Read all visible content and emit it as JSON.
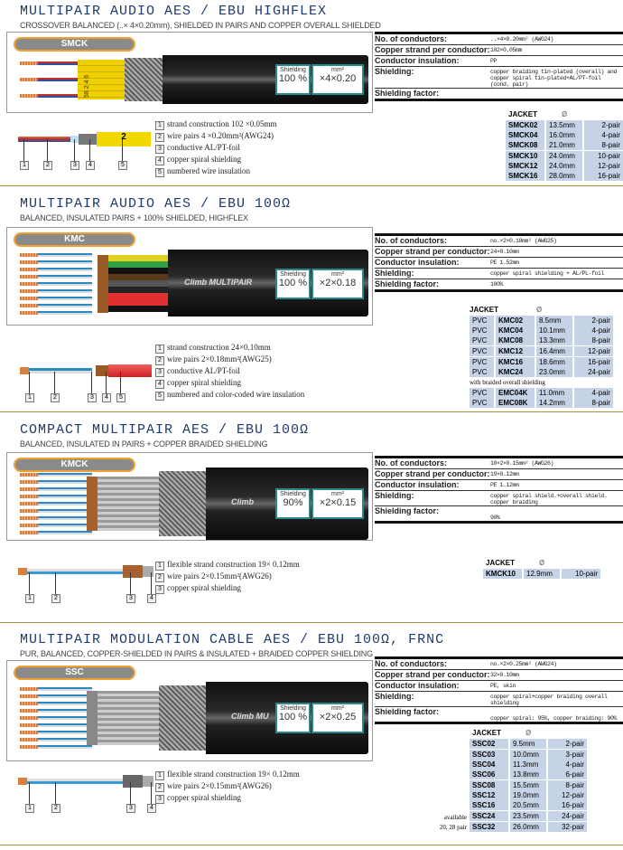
{
  "sections": [
    {
      "title": "MULTIPAIR AUDIO AES / EBU HIGHFLEX",
      "subtitle": "CROSSOVER BALANCED (..× 4×0.20mm), SHIELDED IN PAIRS AND COPPER OVERALL SHIELDED",
      "badge": "SMCK",
      "shield_label": "Shielding",
      "shield_value": "100 %",
      "mm_label": "mm²",
      "mm_value": "×4×0.20",
      "logo": "",
      "legend": [
        {
          "n": "1",
          "text": "strand construction 102 ×0.05mm"
        },
        {
          "n": "2",
          "text": "wire pairs 4 ×0.20mm²(AWG24)"
        },
        {
          "n": "3",
          "text": "conductive AL/PT-foil"
        },
        {
          "n": "4",
          "text": "copper spiral shielding"
        },
        {
          "n": "5",
          "text": "numbered wire insulation"
        }
      ],
      "diagram_numbers": [
        "1",
        "2",
        "3",
        "4",
        "5"
      ],
      "band_text": "2",
      "core_numbers": "58 2 4 6",
      "specs": [
        {
          "k": "No. of conductors:",
          "v": "..×4×0.20mm² (AWG24)"
        },
        {
          "k": "Copper strand per conductor:",
          "v": "102×0.05mm"
        },
        {
          "k": "Conductor insulation:",
          "v": "PP"
        },
        {
          "k": "Shielding:",
          "v": "copper braiding tin-plated (overall) and copper spiral tin-plated+AL/PT-foil (cond. pair)"
        },
        {
          "k": "Shielding factor:",
          "v": ""
        }
      ],
      "jacket": {
        "header": "JACKET",
        "diam": "Ø",
        "groups": [
          [
            [
              "SMCK02",
              "13.5mm",
              "2-pair"
            ],
            [
              "SMCK04",
              "16.0mm",
              "4-pair"
            ],
            [
              "SMCK08",
              "21.0mm",
              "8-pair"
            ]
          ],
          [
            [
              "SMCK10",
              "24.0mm",
              "10-pair"
            ],
            [
              "SMCK12",
              "24.0mm",
              "12-pair"
            ],
            [
              "SMCK16",
              "28.0mm",
              "16-pair"
            ]
          ]
        ]
      }
    },
    {
      "title": "MULTIPAIR AUDIO AES / EBU 100Ω",
      "subtitle": "BALANCED, INSULATED PAIRS + 100% SHIELDED, HIGHFLEX",
      "badge": "KMC",
      "shield_label": "Shielding",
      "shield_value": "100 %",
      "mm_label": "mm²",
      "mm_value": "×2×0.18",
      "logo": "Climb MULTIPAIR",
      "legend": [
        {
          "n": "1",
          "text": "strand construction 24×0.10mm"
        },
        {
          "n": "2",
          "text": "wire pairs 2×0.18mm²(AWG25)"
        },
        {
          "n": "3",
          "text": "conductive AL/PT-foil"
        },
        {
          "n": "4",
          "text": "copper spiral shielding"
        },
        {
          "n": "5",
          "text": "numbered and color-coded wire insulation"
        }
      ],
      "diagram_numbers": [
        "1",
        "2",
        "3",
        "4",
        "5"
      ],
      "specs": [
        {
          "k": "No. of conductors:",
          "v": "no.×2×0.18mm² (AWG25)"
        },
        {
          "k": "Copper strand per conductor:",
          "v": "24×0.10mm"
        },
        {
          "k": "Conductor insulation:",
          "v": "PE 1.52mm"
        },
        {
          "k": "Shielding:",
          "v": "copper spiral shielding + AL/PL-foil"
        },
        {
          "k": "Shielding factor:",
          "v": "100%"
        }
      ],
      "jacket": {
        "header": "JACKET",
        "diam": "Ø",
        "groups": [
          [
            [
              "PVC",
              "KMC02",
              "8.5mm",
              "2-pair"
            ],
            [
              "PVC",
              "KMC04",
              "10.1mm",
              "4-pair"
            ],
            [
              "PVC",
              "KMC08",
              "13.3mm",
              "8-pair"
            ]
          ],
          [
            [
              "PVC",
              "KMC12",
              "16.4mm",
              "12-pair"
            ]
          ],
          [
            [
              "PVC",
              "KMC16",
              "18.6mm",
              "16-pair"
            ],
            [
              "PVC",
              "KMC24",
              "23.0mm",
              "24-pair"
            ]
          ]
        ],
        "note": "with braided overall shielding",
        "extra": [
          [
            "PVC",
            "EMC04K",
            "11.0mm",
            "4-pair"
          ],
          [
            "PVC",
            "EMC08K",
            "14.2mm",
            "8-pair"
          ]
        ]
      }
    },
    {
      "title": "COMPACT MULTIPAIR AES / EBU 100Ω",
      "subtitle": "BALANCED, INSULATED IN PAIRS + COPPER BRAIDED SHIELDING",
      "badge": "KMCK",
      "shield_label": "Shielding",
      "shield_value": "90%",
      "mm_label": "mm²",
      "mm_value": "×2×0.15",
      "logo": "Climb",
      "legend": [
        {
          "n": "1",
          "text": "flexible strand construction 19× 0.12mm"
        },
        {
          "n": "2",
          "text": "wire pairs 2×0.15mm²(AWG26)"
        },
        {
          "n": "3",
          "text": "copper spiral shielding"
        }
      ],
      "diagram_numbers": [
        "1",
        "2",
        "3",
        "4"
      ],
      "specs": [
        {
          "k": "No. of conductors:",
          "v": "10×2×0.15mm² (AWG26)"
        },
        {
          "k": "Copper strand per conductor:",
          "v": "19×0.12mm"
        },
        {
          "k": "Conductor insulation:",
          "v": "PE 1.12mm"
        },
        {
          "k": "Shielding:",
          "v": "copper spiral shield.+overall shield. copper braiding"
        },
        {
          "k": "Shielding factor:",
          "v": "\n90%"
        }
      ],
      "jacket": {
        "header": "JACKET",
        "diam": "Ø",
        "groups": [
          [
            [
              "KMCK10",
              "12.9mm",
              "10-pair"
            ]
          ]
        ]
      }
    },
    {
      "title": "MULTIPAIR MODULATION CABLE AES / EBU 100Ω, FRNC",
      "subtitle": "PUR, BALANCED, COPPER-SHIELDED IN PAIRS & INSULATED + BRAIDED COPPER SHIELDING",
      "badge": "SSC",
      "shield_label": "Shielding",
      "shield_value": "100 %",
      "mm_label": "mm²",
      "mm_value": "×2×0.25",
      "logo": "Climb MU",
      "legend": [
        {
          "n": "1",
          "text": "flexible strand construction 19× 0.12mm"
        },
        {
          "n": "2",
          "text": "wire pairs 2×0.15mm²(AWG26)"
        },
        {
          "n": "3",
          "text": "copper spiral shielding"
        }
      ],
      "diagram_numbers": [
        "1",
        "2",
        "3",
        "4"
      ],
      "specs": [
        {
          "k": "No. of conductors:",
          "v": "no.×2×0.25mm² (AWG24)"
        },
        {
          "k": "Copper strand per conductor:",
          "v": "32×0.10mm"
        },
        {
          "k": "Conductor insulation:",
          "v": "PE, skin"
        },
        {
          "k": "Shielding:",
          "v": "copper spiral+copper braiding overall shielding"
        },
        {
          "k": "Shielding factor:",
          "v": "\ncopper spiral: 95%, copper braiding: 90%"
        }
      ],
      "jacket": {
        "header": "JACKET",
        "diam": "Ø",
        "side_note": [
          "available",
          "20, 28 pair"
        ],
        "groups": [
          [
            [
              "SSC02",
              "9.5mm",
              "2-pair"
            ]
          ],
          [
            [
              "SSC03",
              "10.0mm",
              "3-pair"
            ],
            [
              "SSC04",
              "11.3mm",
              "4-pair"
            ],
            [
              "SSC06",
              "13.8mm",
              "6-pair"
            ]
          ],
          [
            [
              "SSC08",
              "15.5mm",
              "8-pair"
            ],
            [
              "SSC12",
              "19.0mm",
              "12-pair"
            ],
            [
              "SSC16",
              "20.5mm",
              "16-pair"
            ]
          ],
          [
            [
              "SSC24",
              "23.5mm",
              "24-pair"
            ]
          ],
          [
            [
              "SSC32",
              "26.0mm",
              "32-pair"
            ]
          ]
        ]
      }
    }
  ]
}
